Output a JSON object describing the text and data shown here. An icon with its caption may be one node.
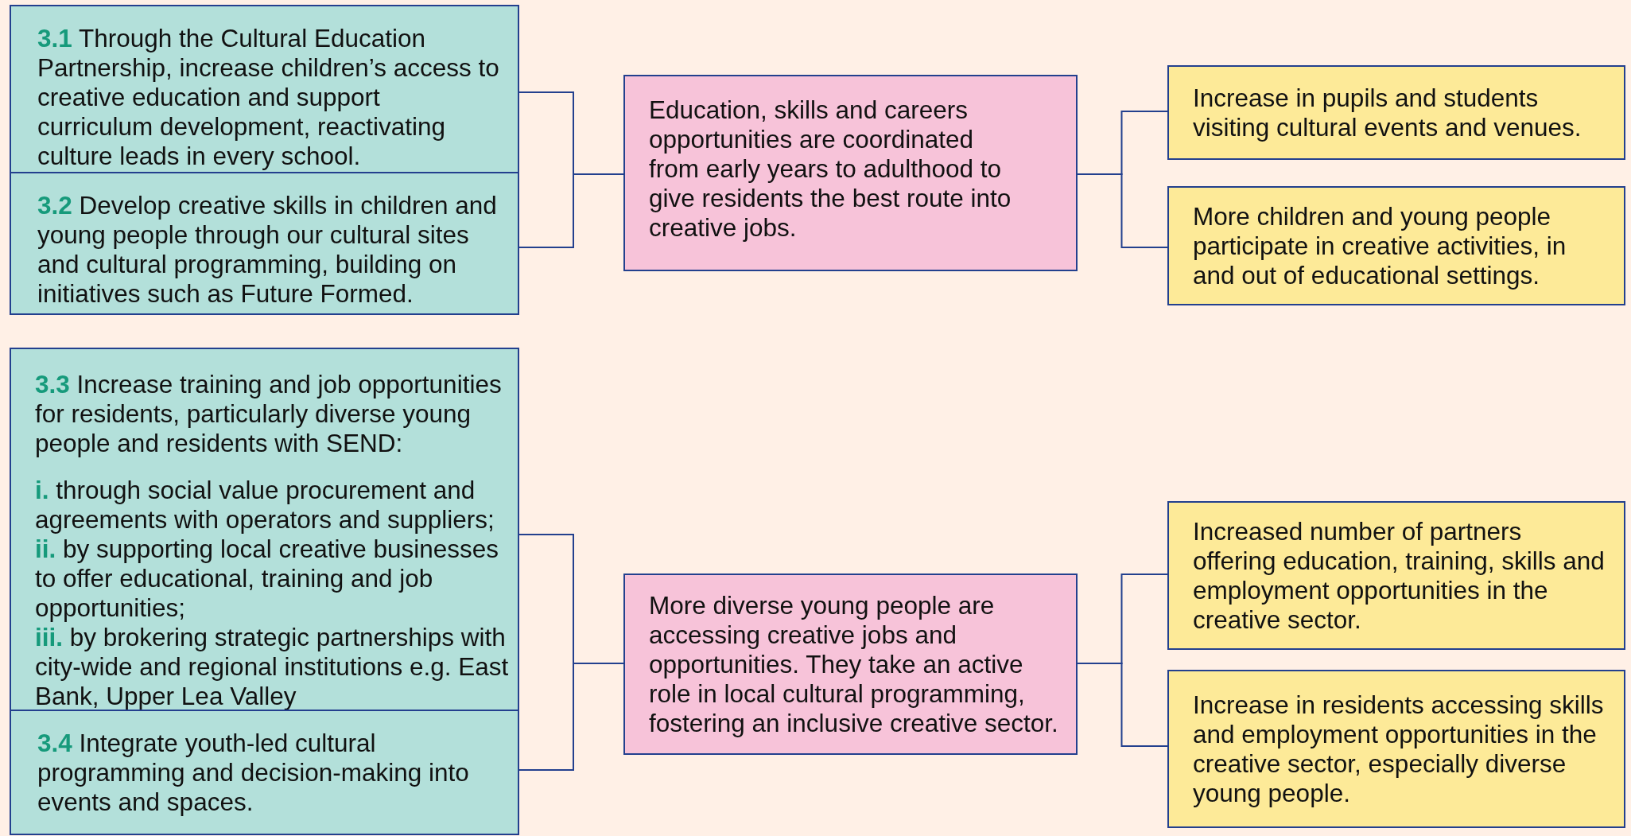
{
  "diagram": {
    "nodes": [
      {
        "text": [
          "**3.1** Through the Cultural Education Partnership, increase children’s access to creative education and support curriculum development, reactivating culture leads in every school."
        ]
      },
      {
        "text": [
          "**3.2** Develop creative skills in children and young people through our cultural sites and cultural programming, building on initiatives such as Future Formed."
        ]
      },
      {
        "text": [
          "Education, skills and careers opportunities are coordinated from early years to adulthood to give residents the best route into creative jobs."
        ]
      },
      {
        "text": [
          "Increase in pupils and students visiting cultural events and venues."
        ]
      },
      {
        "text": [
          "More children and young people participate in creative activities, in and out of educational settings."
        ]
      },
      {
        "text": [
          "**3.3** Increase training and job opportunities for residents, particularly diverse young people and residents with SEND:",
          "**i.** through social value procurement and agreements with operators and suppliers;",
          "**ii.** by supporting local creative businesses to offer educational, training and job opportunities;",
          "**iii.** by brokering strategic partnerships with city-wide and regional institutions e.g. East Bank, Upper Lea Valley"
        ]
      },
      {
        "text": [
          "**3.4** Integrate youth-led cultural programming and decision-making into events and spaces."
        ]
      },
      {
        "text": [
          "More diverse young people are accessing creative jobs and opportunities. They take an active role in local cultural programming, fostering an inclusive creative sector."
        ]
      },
      {
        "text": [
          "Increased number of partners offering education, training, skills and employment opportunities in the creative sector."
        ]
      },
      {
        "text": [
          "Increase in residents accessing skills and employment opportunities in the creative sector, especially diverse young people."
        ]
      }
    ],
    "edges": [
      {
        "from": 0,
        "to": 2,
        "arrow": "none"
      },
      {
        "from": 1,
        "to": 2,
        "arrow": "none"
      },
      {
        "from": 2,
        "to": 3,
        "arrow": "none"
      },
      {
        "from": 2,
        "to": 4,
        "arrow": "none"
      },
      {
        "from": 5,
        "to": 7,
        "arrow": "none"
      },
      {
        "from": 6,
        "to": 7,
        "arrow": "none"
      },
      {
        "from": 7,
        "to": 8,
        "arrow": "none"
      },
      {
        "from": 7,
        "to": 9,
        "arrow": "none"
      }
    ]
  }
}
